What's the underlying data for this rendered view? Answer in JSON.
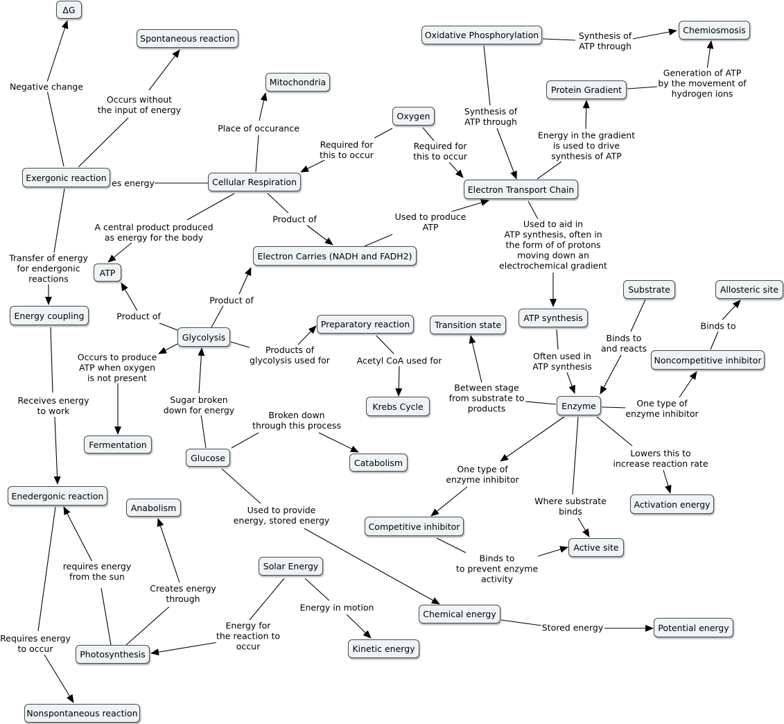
{
  "nodes": {
    "delta_g": "ΔG",
    "spontaneous": "Spontaneous reaction",
    "mitochondria": "Mitochondria",
    "oxphos": "Oxidative Phosphorylation",
    "chemiosmosis": "Chemiosmosis",
    "protein_gradient": "Protein Gradient",
    "oxygen": "Oxygen",
    "exergonic": "Exergonic reaction",
    "cell_resp": "Cellular Respiration",
    "etc": "Electron Transport Chain",
    "atp": "ATP",
    "carriers": "Electron Carries (NADH and FADH2)",
    "energy_coupling": "Energy coupling",
    "glycolysis": "Glycolysis",
    "preparatory": "Preparatory reaction",
    "transition": "Transition state",
    "atp_synthesis": "ATP synthesis",
    "substrate": "Substrate",
    "allosteric": "Allosteric site",
    "noncompetitive": "Noncompetitive inhibitor",
    "krebs": "Krebs Cycle",
    "enzyme": "Enzyme",
    "fermentation": "Fermentation",
    "glucose": "Glucose",
    "catabolism": "Catabolism",
    "endergonic": "Enedergonic reaction",
    "anabolism": "Anabolism",
    "activation": "Activation energy",
    "competitive": "Competitive inhibitor",
    "active_site": "Active site",
    "solar": "Solar Energy",
    "chemical": "Chemical energy",
    "potential": "Potential energy",
    "photosynthesis": "Photosynthesis",
    "kinetic": "Kinetic energy",
    "nonspontaneous": "Nonspontaneous reaction"
  },
  "labels": {
    "negative_change": "Negative change",
    "occurs_without": "Occurs without\nthe input of energy",
    "place_of_occurance": "Place of occurance",
    "synthesis_atp_top": "Synthesis of\nATP through",
    "generation_atp": "Generation of ATP\nby the movement of\nhydrogen ions",
    "synthesis_atp_mid": "Synthesis of\nATP through",
    "required_left": "Required for\nthis to occur",
    "required_right": "Required for\nthis to occur",
    "energy_gradient": "Energy in the gradient\nis used to drive\nsynthesis of ATP",
    "releases_energy": "es energy",
    "central_product": "A central product produced\nas energy for the body",
    "product_of_cr": "Product of",
    "used_to_produce_atp": "Used to produce\nATP",
    "used_to_aid": "Used to aid in\nATP synthesis, often in\nthe form of of protons\nmoving down an\nelectrochemical gradient",
    "transfer_energy": "Transfer of energy\nfor endergonic\nreactions",
    "product_of_glyc_carrier": "Product of",
    "product_of_glyc_atp": "Product of",
    "occurs_to_produce": "Occurs to produce\nATP when oxygen\nis not present",
    "products_glycolysis": "Products of\nglycolysis used for",
    "acetyl_coa": "Acetyl CoA used for",
    "binds_and_reacts": "Binds to\nand reacts",
    "binds_to": "Binds to",
    "often_used": "Often used in\nATP synthesis",
    "between_stage": "Between stage\nfrom substrate to\nproducts",
    "one_type_noncomp": "One type of\nenzyme inhibitor",
    "receives_energy": "Receives energy\nto work",
    "sugar_broken": "Sugar broken\ndown for energy",
    "broken_down": "Broken down\nthrough this process",
    "one_type_comp": "One type of\nenzyme inhibitor",
    "lowers": "Lowers this to\nincrease reaction rate",
    "used_to_provide": "Used to provide\nenergy, stored energy",
    "where_substrate": "Where substrate\nbinds",
    "requires_sun": "requires energy\nfrom the sun",
    "creates_energy": "Creates energy\nthrough",
    "binds_prevent": "Binds to\nto prevent enzyme\nactivity",
    "energy_in_motion": "Energy in motion",
    "stored_energy": "Stored energy",
    "energy_for_reaction": "Energy for\nthe reaction to\noccur",
    "requires_energy_occur": "Requires energy\nto occur"
  }
}
